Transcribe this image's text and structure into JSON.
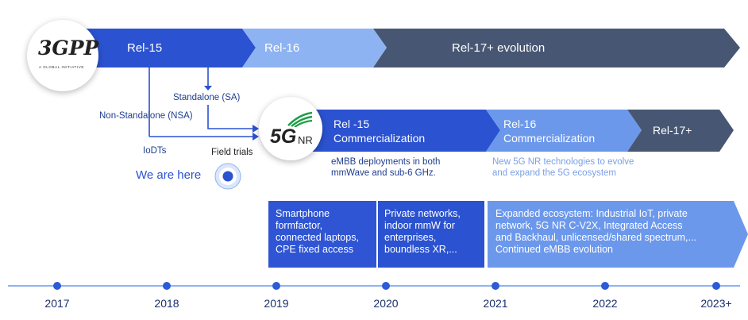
{
  "logo_3gpp": {
    "mark": "3GPP",
    "tagline": "A GLOBAL INITIATIVE"
  },
  "release_bar": {
    "rel15": "Rel-15",
    "rel16": "Rel-16",
    "rel17": "Rel-17+ evolution"
  },
  "branches": {
    "standalone": "Standalone (SA)",
    "non_standalone": "Non-Standalone (NSA)",
    "iodts": "IoDTs",
    "field_trials": "Field trials",
    "we_are_here": "We are here"
  },
  "logo_5g": {
    "five_g": "5G",
    "nr": "NR"
  },
  "commercial_bar": {
    "rel15_line1": "Rel -15",
    "rel15_line2": "Commercialization",
    "rel16_line1": "Rel-16",
    "rel16_line2": "Commercialization",
    "rel17": "Rel-17+"
  },
  "descriptions": {
    "embb_line1": "eMBB deployments in both",
    "embb_line2": "mmWave and sub-6 GHz.",
    "new5g_line1": "New 5G NR technologies to evolve",
    "new5g_line2": "and expand the 5G ecosystem"
  },
  "boxes": {
    "box1": [
      "Smartphone",
      "formfactor,",
      "connected laptops,",
      "CPE fixed access"
    ],
    "box2": [
      "Private networks,",
      "indoor mmW for",
      "enterprises,",
      "boundless XR,..."
    ],
    "box3": [
      "Expanded ecosystem: Industrial IoT, private",
      "network, 5G NR C-V2X, Integrated Access",
      "and Backhaul, unlicensed/shared spectrum,...",
      "Continued eMBB evolution"
    ]
  },
  "timeline": {
    "years": [
      "2017",
      "2018",
      "2019",
      "2020",
      "2021",
      "2022",
      "2023+"
    ]
  },
  "colors": {
    "rel15_blue": "#2b52d0",
    "rel16_light": "#8eb3f2",
    "rel17_slate": "#475773",
    "box_blue": "#2f55d4",
    "box_lightblue": "#6c98ec",
    "label_blue": "#1f3e8f",
    "desc_light": "#7aa0e8"
  }
}
